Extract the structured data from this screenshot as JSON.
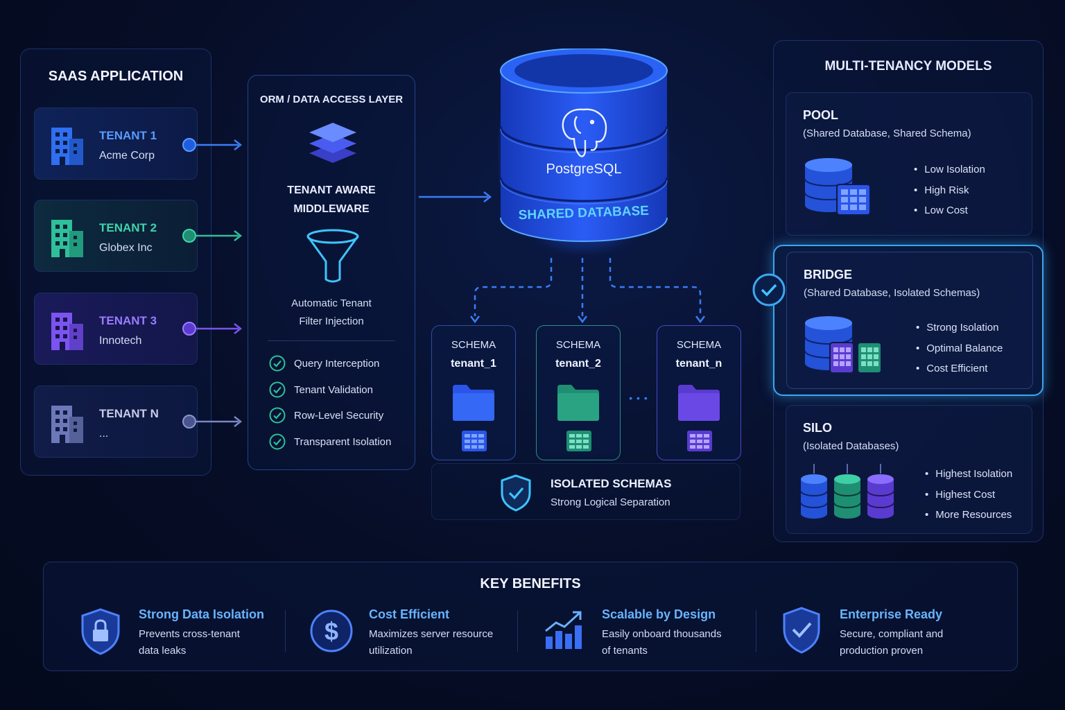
{
  "colors": {
    "tenant1": "#3a7df5",
    "tenant2": "#2fbf9a",
    "tenant3": "#7b54f0",
    "tenantN": "#7a86c4",
    "accent_cyan": "#3aa8f0",
    "benefit_title": "#68b4ff"
  },
  "saas": {
    "title": "SAAS APPLICATION",
    "tenants": [
      {
        "name": "TENANT 1",
        "sub": "Acme Corp",
        "icon": "building-icon"
      },
      {
        "name": "TENANT 2",
        "sub": "Globex Inc",
        "icon": "building-icon"
      },
      {
        "name": "TENANT 3",
        "sub": "Innotech",
        "icon": "building-icon"
      },
      {
        "name": "TENANT N",
        "sub": "...",
        "icon": "building-icon"
      }
    ]
  },
  "orm": {
    "title": "ORM / DATA ACCESS LAYER",
    "middleware_line1": "TENANT AWARE",
    "middleware_line2": "MIDDLEWARE",
    "filter_line1": "Automatic Tenant",
    "filter_line2": "Filter Injection",
    "checks": [
      "Query Interception",
      "Tenant Validation",
      "Row-Level Security",
      "Transparent Isolation"
    ]
  },
  "database": {
    "engine": "PostgreSQL",
    "label": "SHARED DATABASE"
  },
  "schemas": [
    {
      "label": "SCHEMA",
      "name": "tenant_1"
    },
    {
      "label": "SCHEMA",
      "name": "tenant_2"
    },
    {
      "label": "SCHEMA",
      "name": "tenant_n"
    }
  ],
  "schemas_ellipsis": "• • •",
  "isolated": {
    "title": "ISOLATED SCHEMAS",
    "sub": "Strong Logical Separation"
  },
  "models": {
    "title": "MULTI-TENANCY MODELS",
    "pool": {
      "name": "POOL",
      "desc": "(Shared Database, Shared Schema)",
      "points": [
        "Low Isolation",
        "High Risk",
        "Low Cost"
      ]
    },
    "bridge": {
      "name": "BRIDGE",
      "desc": "(Shared Database, Isolated Schemas)",
      "points": [
        "Strong Isolation",
        "Optimal Balance",
        "Cost Efficient"
      ],
      "selected": true
    },
    "silo": {
      "name": "SILO",
      "desc": "(Isolated Databases)",
      "points": [
        "Highest Isolation",
        "Highest Cost",
        "More Resources"
      ]
    }
  },
  "benefits": {
    "title": "KEY BENEFITS",
    "items": [
      {
        "title": "Strong Data Isolation",
        "line1": "Prevents cross-tenant",
        "line2": "data leaks",
        "icon": "shield-lock-icon"
      },
      {
        "title": "Cost Efficient",
        "line1": "Maximizes server resource",
        "line2": "utilization",
        "icon": "dollar-icon"
      },
      {
        "title": "Scalable by Design",
        "line1": "Easily onboard thousands",
        "line2": "of tenants",
        "icon": "growth-chart-icon"
      },
      {
        "title": "Enterprise Ready",
        "line1": "Secure, compliant and",
        "line2": "production proven",
        "icon": "shield-check-icon"
      }
    ]
  }
}
